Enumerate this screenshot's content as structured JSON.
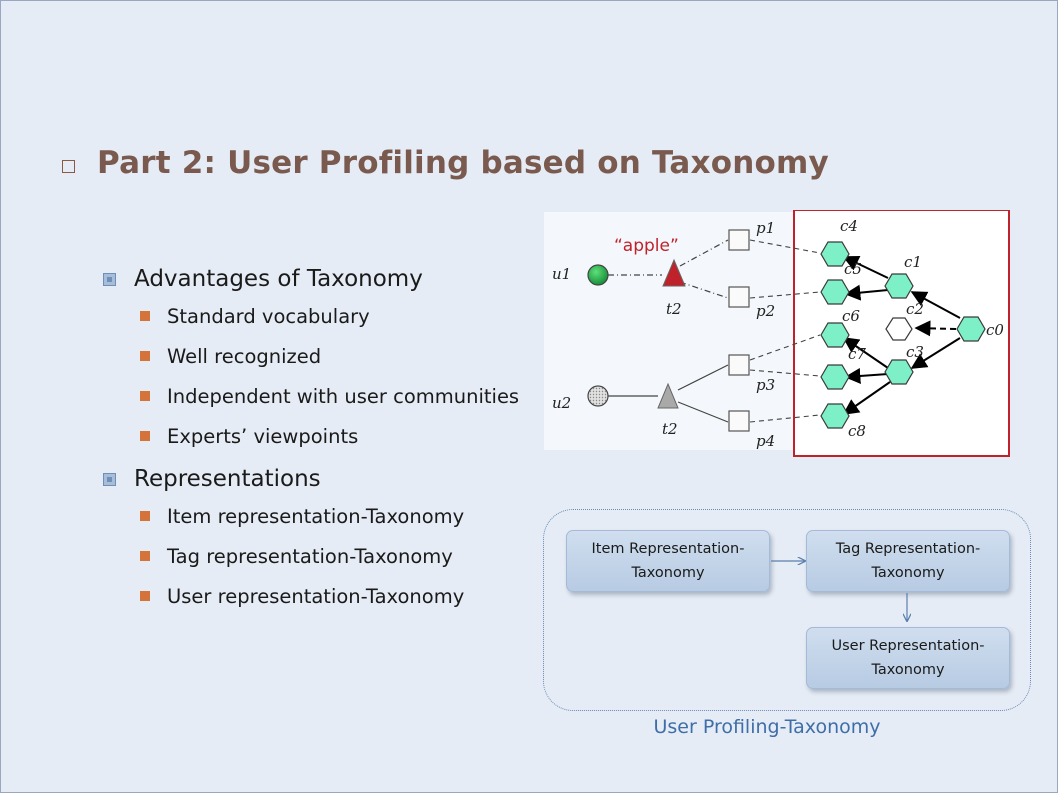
{
  "slide": {
    "title": "Part 2: User Profiling based on Taxonomy",
    "bullets": [
      {
        "label": "Advantages of Taxonomy",
        "items": [
          "Standard vocabulary",
          "Well recognized",
          "Independent with user communities",
          "Experts’ viewpoints"
        ]
      },
      {
        "label": "Representations",
        "items": [
          "Item representation-Taxonomy",
          "Tag representation-Taxonomy",
          "User representation-Taxonomy"
        ]
      }
    ]
  },
  "diagram": {
    "quote": "“apple”",
    "users": [
      "u1",
      "u2"
    ],
    "tags": [
      "t2",
      "t2"
    ],
    "items": [
      "p1",
      "p2",
      "p3",
      "p4"
    ],
    "categories": [
      "c4",
      "c5",
      "c1",
      "c2",
      "c0",
      "c6",
      "c7",
      "c3",
      "c8"
    ],
    "colors": {
      "accent_red": "#c0222b",
      "node_green": "#7ef0c8",
      "user_green": "#22b04a"
    }
  },
  "flow": {
    "item": "Item Representation-Taxonomy",
    "tag": "Tag Representation-Taxonomy",
    "user": "User Representation-Taxonomy",
    "caption": "User Profiling-Taxonomy"
  }
}
